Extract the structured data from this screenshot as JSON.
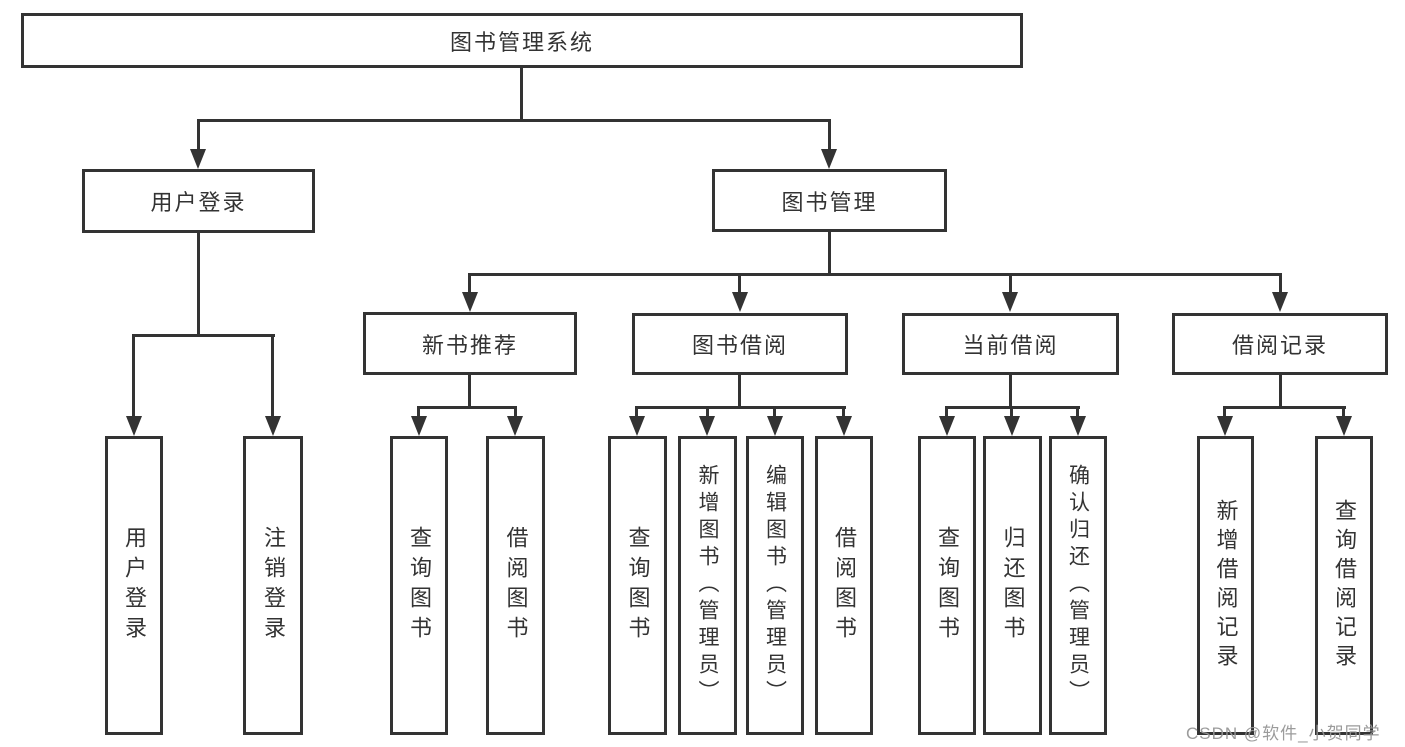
{
  "diagram": {
    "root": {
      "label": "图书管理系统"
    },
    "level2": [
      {
        "label": "用户登录"
      },
      {
        "label": "图书管理"
      }
    ],
    "level3": [
      {
        "label": "新书推荐"
      },
      {
        "label": "图书借阅"
      },
      {
        "label": "当前借阅"
      },
      {
        "label": "借阅记录"
      }
    ],
    "leaves": {
      "login": [
        "用户登录",
        "注销登录"
      ],
      "recommend": [
        "查询图书",
        "借阅图书"
      ],
      "borrow": [
        "查询图书",
        "新增图书（管理员）",
        "编辑图书（管理员）",
        "借阅图书"
      ],
      "current": [
        "查询图书",
        "归还图书",
        "确认归还（管理员）"
      ],
      "records": [
        "新增借阅记录",
        "查询借阅记录"
      ]
    }
  },
  "watermark": "CSDN @软件_小贺同学",
  "colors": {
    "line": "#333333",
    "text": "#333333",
    "background": "#ffffff",
    "watermark": "#969696"
  }
}
